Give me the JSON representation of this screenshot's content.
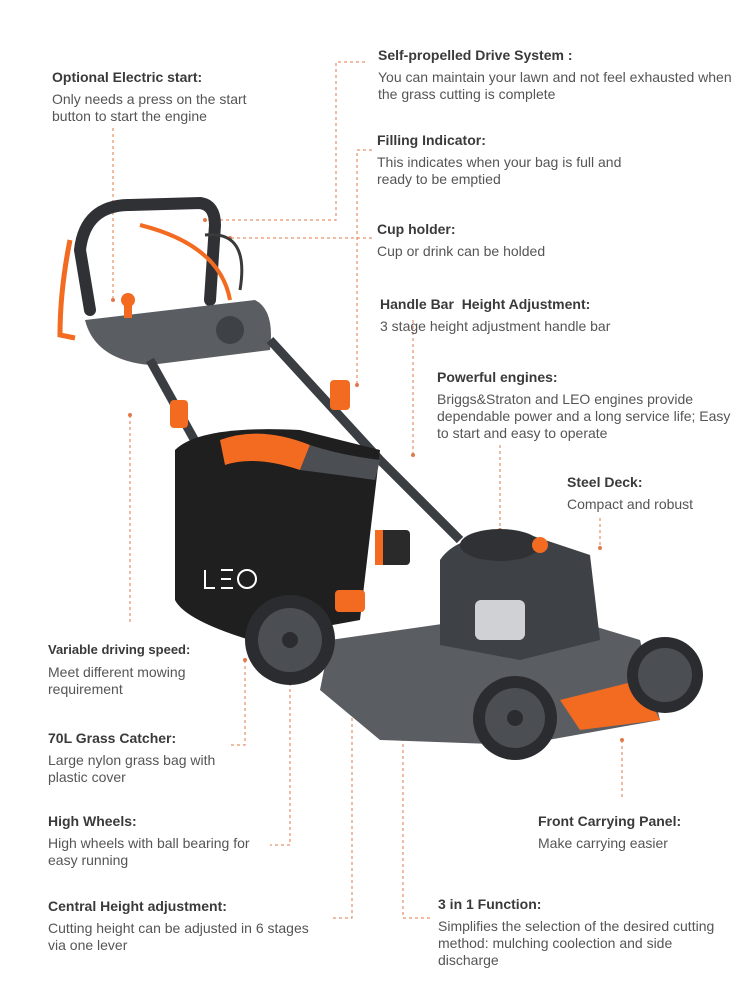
{
  "brand": {
    "logo_text": "LEO"
  },
  "colors": {
    "accent": "#f26b21",
    "body": "#4b4e52",
    "dark": "#2f3135",
    "bag": "#1f1f1f",
    "leader": "#e07a4a"
  },
  "features": {
    "self_propelled": {
      "title": "Self-propelled Drive System :",
      "desc": "You can maintain your lawn and not feel exhausted when the grass cutting is complete"
    },
    "electric_start": {
      "title": "Optional Electric start:",
      "desc": "Only needs a press on the start button to start the engine"
    },
    "filling_indicator": {
      "title": "Filling Indicator:",
      "desc": "This indicates when your bag is full and ready to be emptied"
    },
    "cup_holder": {
      "title": "Cup holder:",
      "desc": "Cup or drink can be holded"
    },
    "handle_bar": {
      "title": "Handle Bar  Height Adjustment:",
      "desc": "3 stage height adjustment handle bar"
    },
    "engines": {
      "title": "Powerful engines:",
      "desc": "Briggs&Straton and LEO engines provide dependable power and a long service life; Easy to start and easy to operate"
    },
    "steel_deck": {
      "title": "Steel Deck:",
      "desc": "Compact and robust"
    },
    "variable_speed": {
      "title": "Variable driving speed:",
      "desc": "Meet different mowing requirement"
    },
    "grass_catcher": {
      "title": "70L Grass Catcher:",
      "desc": "Large nylon grass bag with plastic cover"
    },
    "high_wheels": {
      "title": "High Wheels:",
      "desc": "High wheels with ball bearing for easy running"
    },
    "front_panel": {
      "title": "Front Carrying Panel:",
      "desc": "Make carrying easier"
    },
    "central_height": {
      "title": "Central Height adjustment:",
      "desc": "Cutting height can be adjusted in 6 stages via one lever"
    },
    "three_in_one": {
      "title": "3 in 1 Function:",
      "desc": "Simplifies the selection of the desired cutting method: mulching coolection and side discharge"
    }
  }
}
